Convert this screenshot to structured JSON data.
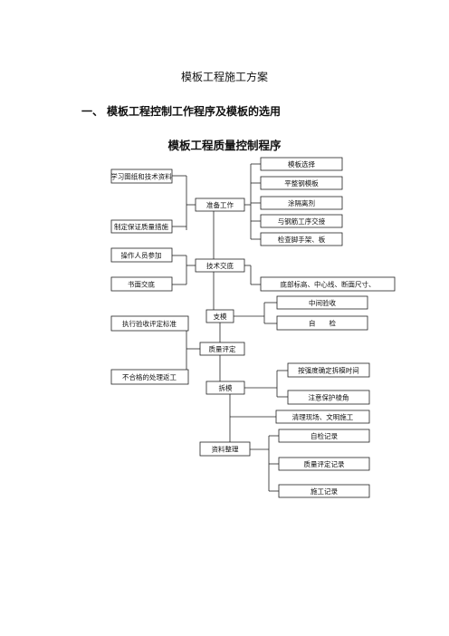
{
  "document": {
    "title": "模板工程施工方案",
    "section_number": "一、",
    "section_title": "模板工程控制工作程序及模板的选用",
    "chart_title": "模板工程质量控制程序"
  },
  "flow": {
    "left_boxes": [
      "学习图纸和技术资料",
      "制定保证质量措施",
      "操作人员参加",
      "书面交底",
      "执行验收评定标准",
      "不合格的处理返工"
    ],
    "center_boxes": [
      "准备工作",
      "技术交底",
      "支模",
      "质量评定",
      "拆模",
      "资料整理"
    ],
    "right_boxes": [
      "模板选择",
      "平整钢模板",
      "涂隔离剂",
      "与钢筋工序交接",
      "检查脚手架、板",
      "底部标高、中心线、断面尺寸、",
      "中间验收",
      "自　　检",
      "按强度确定拆模时间",
      "注意保护棱角",
      "清理现场、文明施工",
      "自检记录",
      "质量评定记录",
      "施工记录"
    ]
  }
}
